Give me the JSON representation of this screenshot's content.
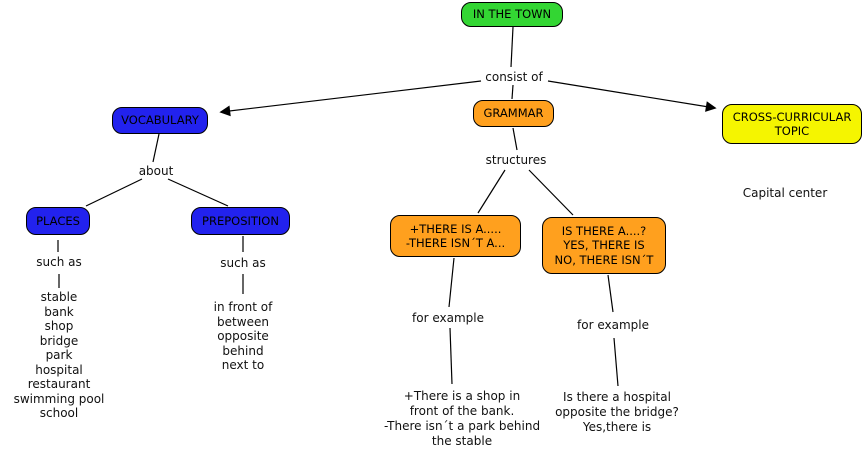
{
  "colors": {
    "green": "#33d633",
    "blue": "#2222ee",
    "orange": "#ffa01e",
    "yellow": "#f5f500",
    "line": "#000000"
  },
  "map": {
    "root": {
      "label": "IN THE TOWN"
    },
    "linking": {
      "consist_of": "consist of",
      "about": "about",
      "structures": "structures",
      "such_as": "such as",
      "for_example": "for example"
    },
    "vocabulary": {
      "label": "VOCABULARY",
      "places": {
        "label": "PLACES",
        "items": [
          "stable",
          "bank",
          "shop",
          "bridge",
          "park",
          "hospital",
          "restaurant",
          "swimming pool",
          "school"
        ]
      },
      "preposition": {
        "label": "PREPOSITION",
        "items": [
          "in front of",
          "between",
          "opposite",
          "behind",
          "next to"
        ]
      }
    },
    "grammar": {
      "label": "GRAMMAR",
      "affirmative": {
        "lines": [
          "+THERE IS A.....",
          "-THERE ISN´T A..."
        ],
        "example_lines": [
          "+There is a shop in",
          "front of the bank.",
          "-There isn´t a park behind",
          "the stable"
        ]
      },
      "question": {
        "lines": [
          "IS THERE A....?",
          "YES, THERE IS",
          "NO, THERE ISN´T"
        ],
        "example_lines": [
          "Is there a hospital",
          "opposite the bridge?",
          "Yes,there is"
        ]
      }
    },
    "cross_curricular": {
      "label": "CROSS-CURRICULAR TOPIC",
      "topic": "Capital center"
    }
  }
}
